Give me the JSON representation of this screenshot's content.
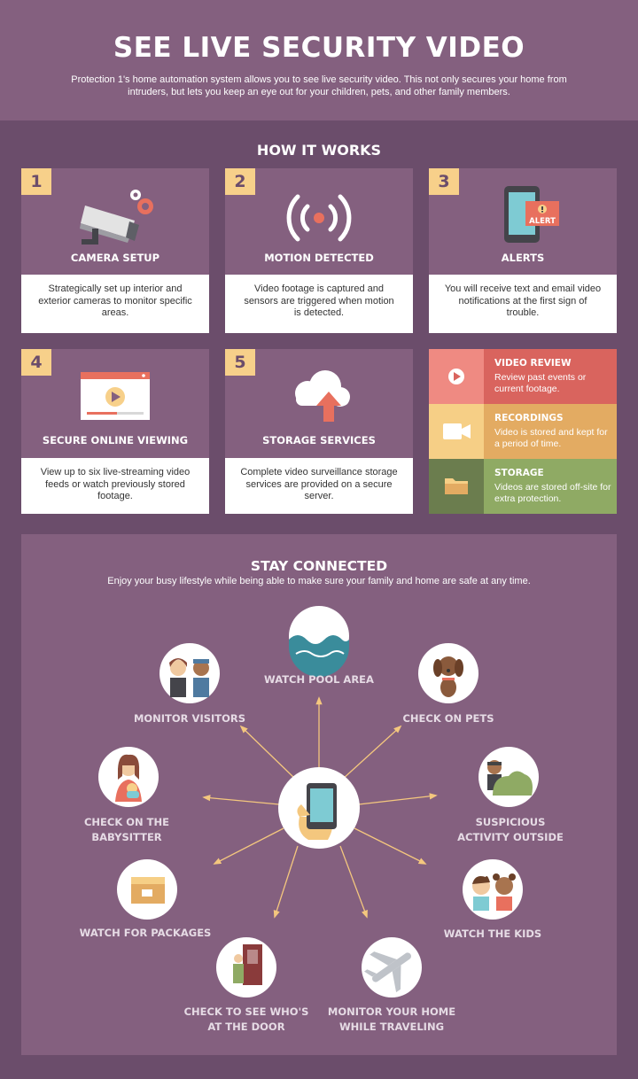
{
  "header": {
    "title": "SEE LIVE SECURITY VIDEO",
    "intro": "Protection 1's home automation system allows you to see live security video. This not only secures your home from intruders, but lets you keep an eye out for your children, pets, and other family members."
  },
  "how_it_works": {
    "title": "HOW IT WORKS",
    "steps": [
      {
        "num": "1",
        "label": "CAMERA SETUP",
        "desc": "Strategically set up interior and exterior cameras to monitor specific areas.",
        "icon": "security-camera-icon"
      },
      {
        "num": "2",
        "label": "MOTION DETECTED",
        "desc": "Video footage is captured and sensors are triggered when motion is detected.",
        "icon": "motion-signal-icon"
      },
      {
        "num": "3",
        "label": "ALERTS",
        "desc": "You will receive text and email video notifications at the first sign of trouble.",
        "icon": "phone-alert-icon",
        "badge": "ALERT"
      },
      {
        "num": "4",
        "label": "SECURE ONLINE VIEWING",
        "desc": "View up to six live-streaming video feeds or watch previously stored footage.",
        "icon": "video-player-icon"
      },
      {
        "num": "5",
        "label": "STORAGE SERVICES",
        "desc": "Complete video surveillance storage services are provided on a secure server.",
        "icon": "cloud-upload-icon"
      }
    ],
    "services": [
      {
        "title": "VIDEO REVIEW",
        "desc": "Review past events or current footage.",
        "icon": "play-icon",
        "color": "#d9645e",
        "icon_bg": "#ef8a82"
      },
      {
        "title": "RECORDINGS",
        "desc": "Video is stored and kept for a period of time.",
        "icon": "video-camera-icon",
        "color": "#e3ab62",
        "icon_bg": "#f6cf86"
      },
      {
        "title": "STORAGE",
        "desc": "Videos are stored off-site for extra protection.",
        "icon": "folder-icon",
        "color": "#8faa64",
        "icon_bg": "#6b7d4e"
      }
    ]
  },
  "stay_connected": {
    "title": "STAY CONNECTED",
    "subtitle": "Enjoy your busy lifestyle while being able to make sure your family and home are safe at any time.",
    "center_icon": "hand-phone-icon",
    "nodes": {
      "pool": {
        "line1": "WATCH POOL AREA",
        "line2": "",
        "icon": "pool-icon"
      },
      "visitors": {
        "line1": "MONITOR VISITORS",
        "line2": "",
        "icon": "visitors-icon"
      },
      "pets": {
        "line1": "CHECK ON PETS",
        "line2": "",
        "icon": "dog-icon"
      },
      "babysitter": {
        "line1": "CHECK ON THE",
        "line2": "BABYSITTER",
        "icon": "babysitter-icon"
      },
      "suspicious": {
        "line1": "SUSPICIOUS",
        "line2": "ACTIVITY OUTSIDE",
        "icon": "intruder-icon"
      },
      "packages": {
        "line1": "WATCH FOR PACKAGES",
        "line2": "",
        "icon": "package-icon"
      },
      "kids": {
        "line1": "WATCH THE KIDS",
        "line2": "",
        "icon": "kids-icon"
      },
      "door": {
        "line1": "CHECK TO SEE WHO'S",
        "line2": "AT THE DOOR",
        "icon": "door-icon"
      },
      "travel": {
        "line1": "MONITOR YOUR HOME",
        "line2": "WHILE TRAVELING",
        "icon": "airplane-icon"
      }
    }
  },
  "colors": {
    "background": "#6b4d6b",
    "panel": "#84607f",
    "accent": "#f7d08a",
    "arrow": "#f4c77e"
  }
}
